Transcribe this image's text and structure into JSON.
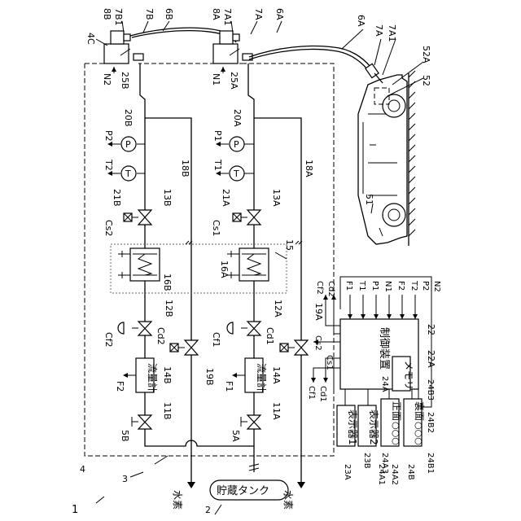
{
  "labels": {
    "fig_ref": "1",
    "tank_ref": "2",
    "pipe_ref": "3",
    "frame_ref": "4",
    "tank_text": "貯蔵タンク",
    "hydrogen": "水素",
    "flowmeter": "流量計",
    "controller": "制御装置",
    "memory": "メモリ",
    "display1": "表示器1",
    "display2": "表示器2",
    "front": "正面",
    "back": "裏面",
    "circles3": "○○○",
    "p_sym": "P",
    "t_sym": "T",
    "ref_4C": "4C",
    "ref_8B": "8B",
    "ref_7B1": "7B1",
    "ref_7B": "7B",
    "ref_6B": "6B",
    "ref_8A": "8A",
    "ref_7A1a": "7A1",
    "ref_7Aa": "7A",
    "ref_6Aa": "6A",
    "ref_6Ab": "6A",
    "ref_7Ab": "7A",
    "ref_7A1b": "7A1",
    "ref_52A": "52A",
    "ref_52": "52",
    "ref_51": "51",
    "ref_N2": "N2",
    "ref_25B": "25B",
    "ref_N1": "N1",
    "ref_25A": "25A",
    "ref_20B": "20B",
    "ref_20A": "20A",
    "ref_P2": "P2",
    "ref_P1": "P1",
    "ref_T2": "T2",
    "ref_T1": "T1",
    "ref_21B": "21B",
    "ref_21A": "21A",
    "ref_18B": "18B",
    "ref_18A": "18A",
    "ref_13B": "13B",
    "ref_13A": "13A",
    "ref_Cs2": "Cs2",
    "ref_Cs1": "Cs1",
    "ref_15": "15",
    "ref_16B": "16B",
    "ref_16A": "16A",
    "ref_12B": "12B",
    "ref_12A": "12A",
    "ref_Cf2": "Cf2",
    "ref_Cf1": "Cf1",
    "ref_Cd2": "Cd2",
    "ref_Cd1": "Cd1",
    "ref_19A": "19A",
    "ref_19B": "19B",
    "ref_14B": "14B",
    "ref_14A": "14A",
    "ref_F2": "F2",
    "ref_F1": "F1",
    "ref_11B": "11B",
    "ref_11A": "11A",
    "ref_5B": "5B",
    "ref_5A": "5A",
    "ref_22": "22",
    "ref_22A": "22A",
    "ref_24A": "24A",
    "ref_24B3": "24B3",
    "ref_24B2": "24B2",
    "ref_24B1": "24B1",
    "ref_24A3": "24A3",
    "ref_24A2": "24A2",
    "ref_24A1": "24A1",
    "ref_23B": "23B",
    "ref_23A": "23A",
    "ref_24B": "24B",
    "sig_Cf2": "Cf2",
    "sig_Cd2": "Cd2",
    "sig_F1": "F1",
    "sig_T1": "T1",
    "sig_P1": "P1",
    "sig_N1": "N1",
    "sig_F2": "F2",
    "sig_T2": "T2",
    "sig_P2": "P2",
    "sig_N2": "N2",
    "sig_Cs2": "Cs2",
    "sig_Cs1": "Cs1",
    "sig_Cd1": "Cd1",
    "sig_Cf1": "Cf1"
  }
}
